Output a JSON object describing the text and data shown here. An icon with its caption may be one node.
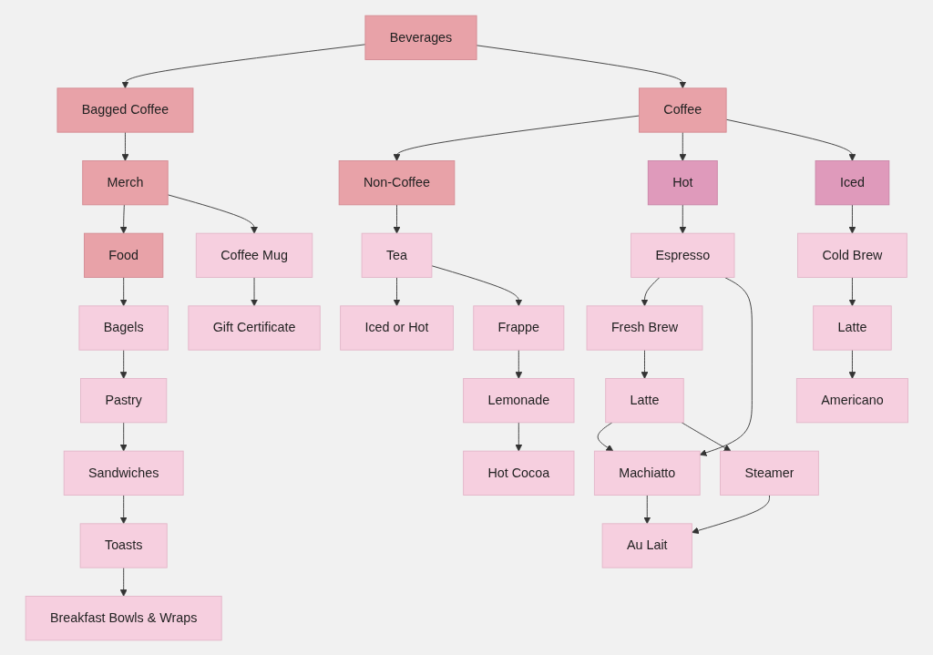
{
  "diagram": {
    "nodes": [
      {
        "text": [
          "Beverages"
        ]
      },
      {
        "text": [
          "Bagged Coffee"
        ]
      },
      {
        "text": [
          "Merch"
        ]
      },
      {
        "text": [
          "Food"
        ]
      },
      {
        "text": [
          "Coffee"
        ]
      },
      {
        "text": [
          "Non-Coffee"
        ]
      },
      {
        "text": [
          "Coffee Mug"
        ]
      },
      {
        "text": [
          "Bagels"
        ]
      },
      {
        "text": [
          "Hot"
        ]
      },
      {
        "text": [
          "Iced"
        ]
      },
      {
        "text": [
          "Tea"
        ]
      },
      {
        "text": [
          "Iced or Hot"
        ]
      },
      {
        "text": [
          "Gift Certificate"
        ]
      },
      {
        "text": [
          "Pastry"
        ]
      },
      {
        "text": [
          "Fresh Brew"
        ]
      },
      {
        "text": [
          "Espresso"
        ]
      },
      {
        "text": [
          "Cold Brew"
        ]
      },
      {
        "text": [
          "Frappe"
        ]
      },
      {
        "text": [
          "Sandwiches"
        ]
      },
      {
        "text": [
          "Latte"
        ]
      },
      {
        "text": [
          "Machiatto"
        ]
      },
      {
        "text": [
          "Latte"
        ]
      },
      {
        "text": [
          "Lemonade"
        ]
      },
      {
        "text": [
          "Toasts"
        ]
      },
      {
        "text": [
          "Steamer"
        ]
      },
      {
        "text": [
          "Au Lait"
        ]
      },
      {
        "text": [
          "Americano"
        ]
      },
      {
        "text": [
          "Hot Cocoa"
        ]
      },
      {
        "text": [
          "Breakfast Bowls & Wraps"
        ]
      }
    ],
    "edges": [
      {
        "from": 0,
        "to": 1,
        "arrow": "to"
      },
      {
        "from": 1,
        "to": 2,
        "arrow": "to"
      },
      {
        "from": 2,
        "to": 3,
        "arrow": "to"
      },
      {
        "from": 0,
        "to": 4,
        "arrow": "to"
      },
      {
        "from": 4,
        "to": 5,
        "arrow": "to"
      },
      {
        "from": 2,
        "to": 6,
        "arrow": "to"
      },
      {
        "from": 3,
        "to": 7,
        "arrow": "to"
      },
      {
        "from": 4,
        "to": 8,
        "arrow": "to"
      },
      {
        "from": 4,
        "to": 9,
        "arrow": "to"
      },
      {
        "from": 5,
        "to": 10,
        "arrow": "to"
      },
      {
        "from": 10,
        "to": 11,
        "arrow": "to"
      },
      {
        "from": 6,
        "to": 12,
        "arrow": "to"
      },
      {
        "from": 7,
        "to": 13,
        "arrow": "to"
      },
      {
        "from": 8,
        "to": 15,
        "arrow": "to"
      },
      {
        "from": 15,
        "to": 14,
        "arrow": "to"
      },
      {
        "from": 9,
        "to": 16,
        "arrow": "to"
      },
      {
        "from": 10,
        "to": 17,
        "arrow": "to"
      },
      {
        "from": 13,
        "to": 18,
        "arrow": "to"
      },
      {
        "from": 14,
        "to": 19,
        "arrow": "to"
      },
      {
        "from": 15,
        "to": 20,
        "arrow": "to"
      },
      {
        "from": 19,
        "to": 20,
        "arrow": "to"
      },
      {
        "from": 16,
        "to": 21,
        "arrow": "to"
      },
      {
        "from": 17,
        "to": 22,
        "arrow": "to"
      },
      {
        "from": 18,
        "to": 23,
        "arrow": "to"
      },
      {
        "from": 19,
        "to": 24,
        "arrow": "to"
      },
      {
        "from": 20,
        "to": 25,
        "arrow": "to"
      },
      {
        "from": 24,
        "to": 25,
        "arrow": "to"
      },
      {
        "from": 21,
        "to": 26,
        "arrow": "to"
      },
      {
        "from": 22,
        "to": 27,
        "arrow": "to"
      },
      {
        "from": 23,
        "to": 28,
        "arrow": "to"
      }
    ]
  }
}
